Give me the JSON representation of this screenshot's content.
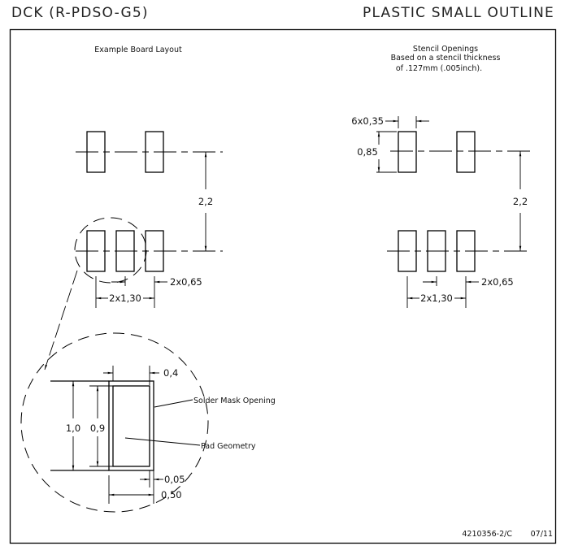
{
  "header": {
    "package_code": "DCK (R-PDSO-G5)",
    "package_type": "PLASTIC SMALL OUTLINE"
  },
  "board_layout": {
    "title": "Example Board Layout",
    "row_pitch": "2,2",
    "pad_pitch_total": "2x1,30",
    "pad_pitch": "2x0,65"
  },
  "stencil": {
    "title_line1": "Stencil Openings",
    "title_line2": "Based on a stencil thickness",
    "title_line3": "of .127mm (.005inch).",
    "opening_width": "6x0,35",
    "opening_height": "0,85",
    "row_pitch": "2,2",
    "pad_pitch_total": "2x1,30",
    "pad_pitch": "2x0,65"
  },
  "detail": {
    "mask_clearance": "0,4",
    "outer_height": "1,0",
    "inner_height": "0,9",
    "edge_gap": "0,05",
    "outer_width": "0,50",
    "solder_mask_label": "Solder Mask Opening",
    "pad_geometry_label": "Pad Geometry"
  },
  "footer": {
    "drawing_number": "4210356-2/C",
    "date": "07/11"
  }
}
